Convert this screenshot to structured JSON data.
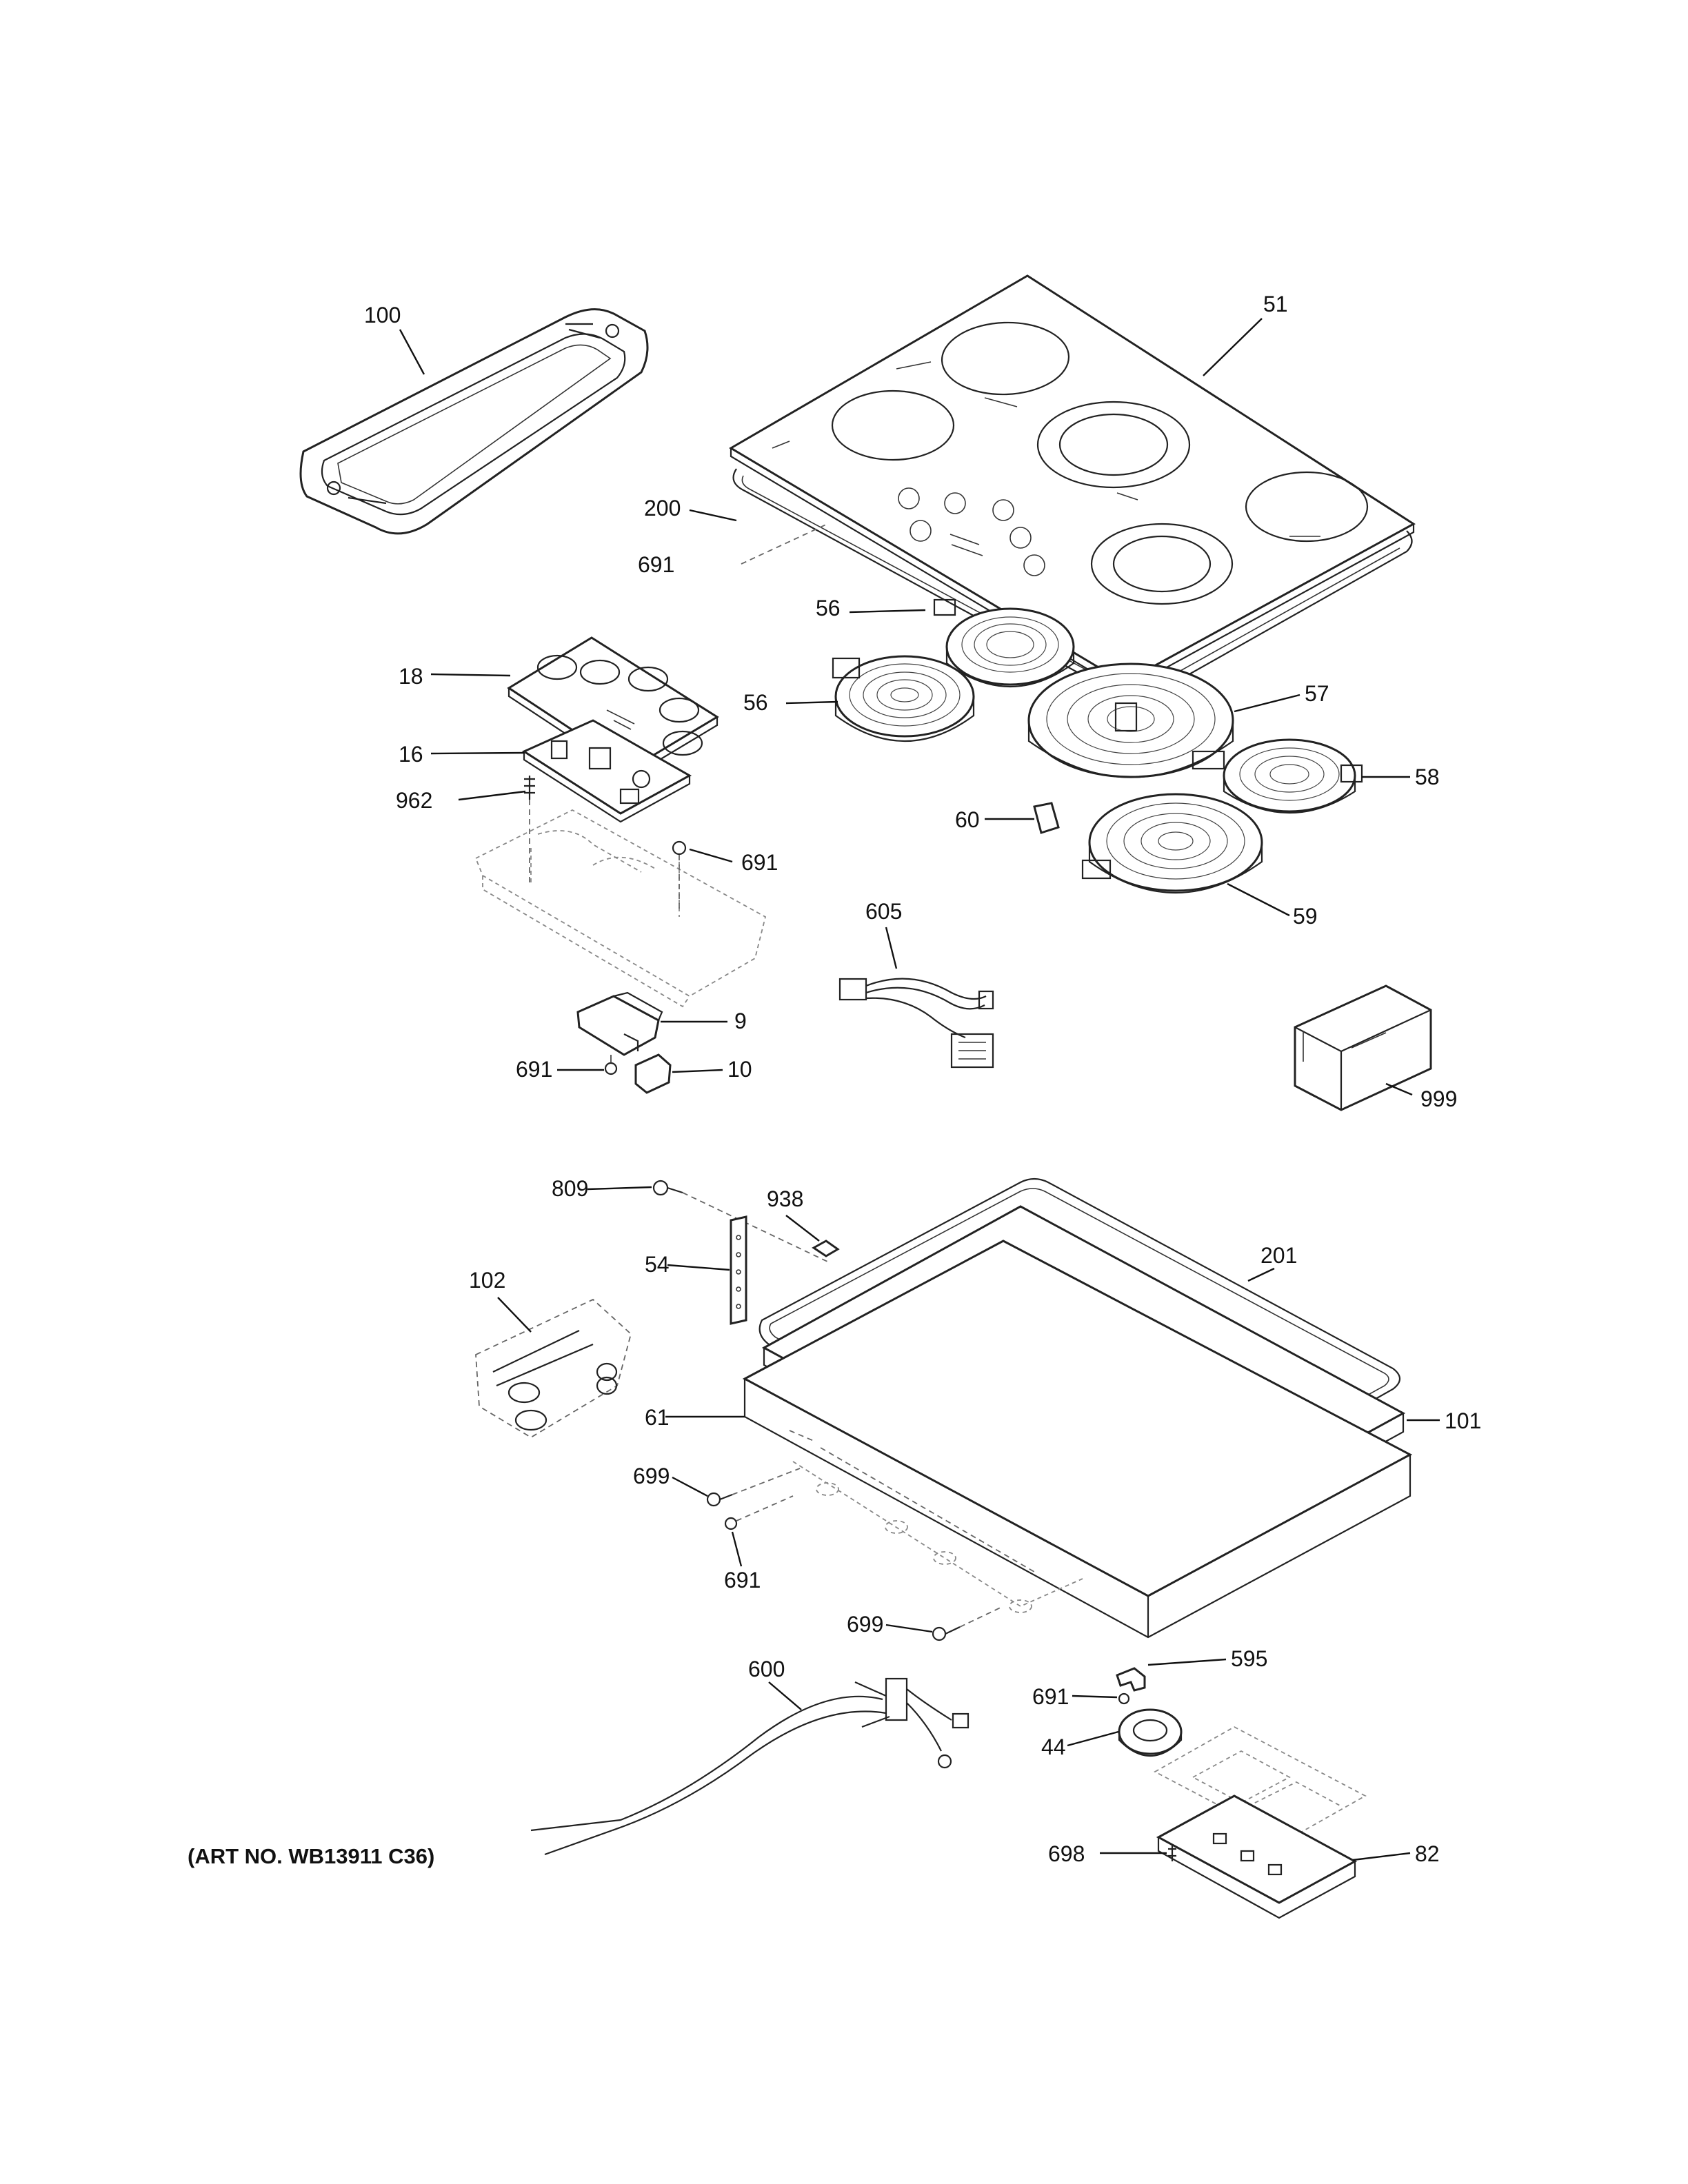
{
  "art_number": "(ART NO. WB13911 C36)",
  "labels": {
    "l100": "100",
    "l51": "51",
    "l200": "200",
    "l691a": "691",
    "l56a": "56",
    "l18": "18",
    "l56b": "56",
    "l57": "57",
    "l16": "16",
    "l58": "58",
    "l962": "962",
    "l60": "60",
    "l691b": "691",
    "l59": "59",
    "l605": "605",
    "l9": "9",
    "l691c": "691",
    "l10": "10",
    "l999": "999",
    "l809": "809",
    "l938": "938",
    "l201": "201",
    "l54": "54",
    "l102": "102",
    "l61": "61",
    "l101": "101",
    "l699a": "699",
    "l691d": "691",
    "l699b": "699",
    "l600": "600",
    "l595": "595",
    "l691e": "691",
    "l44": "44",
    "l698": "698",
    "l82": "82"
  }
}
